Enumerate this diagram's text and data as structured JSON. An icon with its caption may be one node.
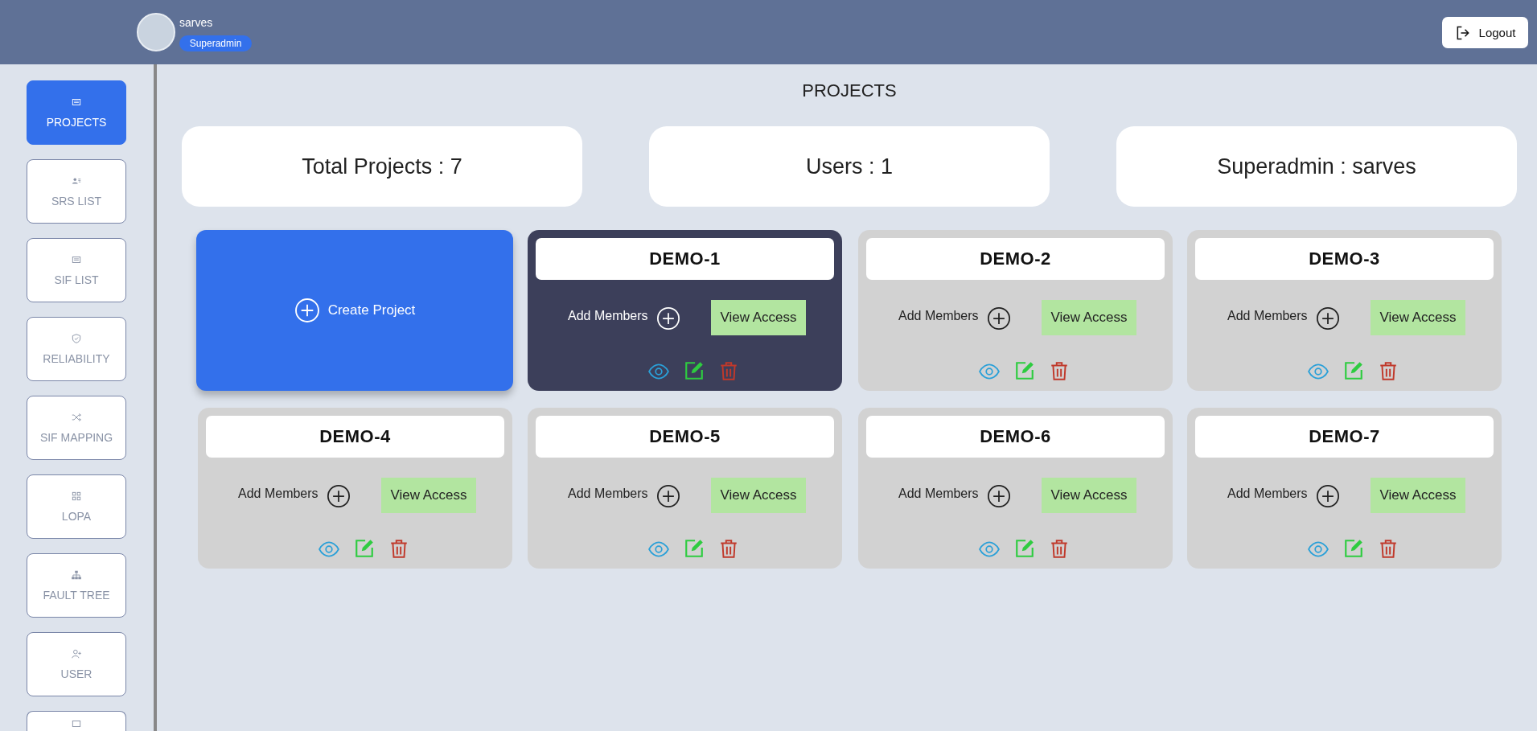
{
  "diagram": {
    "title": "PROJECTS",
    "nodes": [
      {
        "text": [
          "Superadmin"
        ]
      },
      {
        "text": [
          "Logout"
        ]
      },
      {
        "text": [
          "PROJECTS"
        ]
      },
      {
        "text": [
          "SRS LIST"
        ]
      },
      {
        "text": [
          "SIF LIST"
        ]
      },
      {
        "text": [
          "RELIABILITY"
        ]
      },
      {
        "text": [
          "SIF MAPPING"
        ]
      },
      {
        "text": [
          "LOPA"
        ]
      },
      {
        "text": [
          "FAULT TREE"
        ]
      },
      {
        "text": [
          "USER"
        ]
      },
      {
        "text": [],
        "shape": "box"
      },
      {
        "text": [
          "Total Projects : 7"
        ]
      },
      {
        "text": [
          "Users : 1"
        ]
      },
      {
        "text": [
          "Superadmin : sarves"
        ]
      },
      {
        "text": [
          "Create Project"
        ]
      },
      {
        "text": [
          "Add Members"
        ]
      },
      {
        "text": [
          "DEMO-1"
        ],
        "in": 15
      },
      {
        "text": [
          "View Access"
        ],
        "in": 15
      },
      {
        "text": [
          "Add Members"
        ]
      },
      {
        "text": [
          "DEMO-2"
        ],
        "in": 18
      },
      {
        "text": [
          "View Access"
        ],
        "in": 18
      },
      {
        "text": [
          "Add Members"
        ]
      },
      {
        "text": [
          "DEMO-3"
        ],
        "in": 21
      },
      {
        "text": [
          "View Access"
        ],
        "in": 21
      },
      {
        "text": [
          "Add Members"
        ]
      },
      {
        "text": [
          "DEMO-4"
        ],
        "in": 24
      },
      {
        "text": [
          "View Access"
        ],
        "in": 24
      },
      {
        "text": [
          "Add Members"
        ]
      },
      {
        "text": [
          "DEMO-5"
        ],
        "in": 27
      },
      {
        "text": [
          "View Access"
        ],
        "in": 27
      },
      {
        "text": [
          "Add Members"
        ]
      },
      {
        "text": [
          "DEMO-6"
        ],
        "in": 30
      },
      {
        "text": [
          "View Access"
        ],
        "in": 30
      },
      {
        "text": [
          "Add Members"
        ]
      },
      {
        "text": [
          "DEMO-7"
        ],
        "in": 33
      },
      {
        "text": [
          "View Access"
        ],
        "in": 33
      }
    ],
    "labels": [
      "sarves"
    ]
  }
}
